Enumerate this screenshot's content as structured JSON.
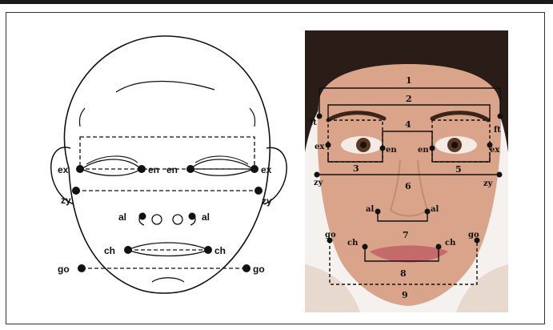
{
  "sketch": {
    "labels": {
      "ex_left": "ex",
      "en_left": "en",
      "en_right": "en",
      "ex_right": "ex",
      "zy_left": "zy",
      "zy_right": "zy",
      "al_left": "al",
      "al_right": "al",
      "ch_left": "ch",
      "ch_right": "ch",
      "go_left": "go",
      "go_right": "go"
    }
  },
  "photo": {
    "landmarks": {
      "ft_left": "ft",
      "ft_right": "ft",
      "ex_left": "ex",
      "en_left": "en",
      "en_right": "en",
      "ex_right": "ex",
      "zy_left": "zy",
      "zy_right": "zy",
      "al_left": "al",
      "al_right": "al",
      "go_left": "go",
      "go_right": "go",
      "ch_left": "ch",
      "ch_right": "ch"
    },
    "measurements": [
      "1",
      "2",
      "3",
      "4",
      "5",
      "6",
      "7",
      "8",
      "9"
    ]
  },
  "colors": {
    "skin": "#d9a489",
    "hair": "#2a1c16",
    "line": "#111111"
  }
}
